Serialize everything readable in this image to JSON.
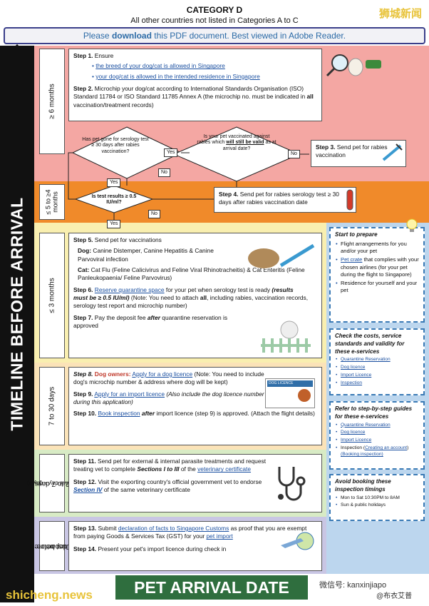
{
  "header": {
    "title": "CATEGORY D",
    "subtitle": "All other countries not listed in Categories A to C",
    "watermark_top": "狮城新闻"
  },
  "notice": {
    "pre": "Please ",
    "bold": "download",
    "post": " this PDF document. Best viewed in Adobe Reader."
  },
  "timeline_label": "TIMELINE BEFORE ARRIVAL",
  "phases": {
    "p1": "≥ 6 months",
    "p2": "≤ 5 to ≥4 months",
    "p3": "≤ 3 months",
    "p4": "7 to 30 days",
    "p5a": "2 to 7 days",
    "p5b": "(arrival day = day 1)",
    "p6a": "Just before",
    "p6b": "departure"
  },
  "step1": {
    "label": "Step 1.",
    "text": " Ensure",
    "link1": "the breed of your dog/cat is allowed in Singapore",
    "link2": "your dog/cat is allowed in the intended residence in Singapore"
  },
  "step2": {
    "label": "Step 2.",
    "text": " Microchip your dog/cat according to International Standards Organisation (ISO) Standard 11784 or ISO Standard 11785 Annex A (the microchip no. must be indicated in ",
    "bold": "all",
    "post": " vaccination/treatment records)"
  },
  "dia1": "Has pet gone for serology test ≥ 30 days after rabies vaccination?",
  "dia2_pre": "Is your pet vaccinated against rabies which ",
  "dia2_b1": "will still be valid",
  "dia2_post": " as at arrival date?",
  "dia3": "Is test results ≥ 0.5 IU/ml?",
  "yes": "Yes",
  "no": "No",
  "step3": {
    "label": "Step 3.",
    "text": " Send pet for rabies vaccination"
  },
  "step4": {
    "label": "Step 4.",
    "text": " Send pet for rabies serology test ≥ 30 days after rabies vaccination date"
  },
  "step5": {
    "label": "Step 5.",
    "text": " Send pet for vaccinations",
    "dog_b": "Dog:",
    "dog": " Canine Distemper, Canine Hepatitis & Canine Parvoviral infection",
    "cat_b": "Cat:",
    "cat": " Cat Flu (Feline Calicivirus and Feline Viral Rhinotracheitis) & Cat Enteritis (Feline Panleukopaenia/ Feline Parvovirus)"
  },
  "step6": {
    "label": "Step 6.",
    "link": "Reserve quarantine space",
    "text": " for your pet when serology test is ready ",
    "it": "(results must be ≥ 0.5 IU/ml)",
    "note": " (Note: You need to attach ",
    "b": "all",
    "post": ", including rabies, vaccination records, serology test report and microchip number)"
  },
  "step7": {
    "label": "Step 7.",
    "text": " Pay the deposit fee ",
    "bi": "after",
    "post": " quarantine reservation is approved"
  },
  "step8": {
    "label": "Step 8.",
    "red": "Dog owners:",
    "link": "Apply for a dog licence",
    "text": " (Note: You need to include dog's microchip number & address where dog will be kept)"
  },
  "step9": {
    "label": "Step 9.",
    "link": "Apply for an import licence",
    "it": " (Also  include the dog licence number during this application)"
  },
  "step10": {
    "label": "Step 10.",
    "link": "Book inspection",
    "bi": "after",
    "text": " import licence (step 9) is approved. (Attach the flight details)"
  },
  "step11": {
    "label": "Step 11.",
    "text": " Send pet for external & internal parasite treatments and request treating vet to complete ",
    "bi": "Sections I to III",
    "mid": " of the ",
    "link": "veterinary certificate"
  },
  "step12": {
    "label": "Step 12.",
    "text": " Visit the exporting country's official government vet to endorse ",
    "link": "Section IV",
    "post": " of the same veterinary certificate"
  },
  "step13": {
    "label": "Step 13.",
    "text": " Submit ",
    "link": "declaration of facts to Singapore Customs",
    "mid": " as proof that you are exempt from paying Goods & Services Tax (GST) for your ",
    "link2": "pet import"
  },
  "step14": {
    "label": "Step 14.",
    "text": " Present your pet's import licence during check in"
  },
  "licence_card": "DOG LICENCE",
  "side1": {
    "title": "Start to prepare",
    "items": [
      "Flight arrangements for you and/or your pet",
      "Residence for yourself and your pet"
    ],
    "crate_link": "Pet crate",
    "crate_text": " that complies with your chosen airlines (for your pet during the flight to Singapore)"
  },
  "side2": {
    "title": "Check the costs, service standards and validity for these e-services",
    "items": [
      "Quarantine Reservation",
      "Dog licence",
      "Import Licence",
      "Inspection"
    ]
  },
  "side3": {
    "title": "Refer to step-by-step guides for these e-services",
    "items": [
      "Quarantine Reservation",
      "Dog licence",
      "Import Licence"
    ],
    "insp": "Inspection (",
    "insp_l1": "Creating an account",
    "insp_m": ")",
    "insp_l2": "(Booking inspection)"
  },
  "side4": {
    "title": "Avoid booking these inspection timings",
    "items": [
      "Mon to Sat 10:30PM to 8AM",
      "Sun & public holidays"
    ]
  },
  "footer": {
    "arrival": "PET ARRIVAL DATE",
    "wm_left": "shicheng.news",
    "wm_right": "微信号: kanxinjiapo",
    "wm_right2": "@布衣艾普"
  },
  "colors": {
    "pink": "#f4a7a3",
    "orange": "#f08a2a",
    "yellow": "#f9efb0",
    "green": "#d8ebc5",
    "purple": "#c9c6e4",
    "blue": "#bcd6ee",
    "dark_green": "#2f6e3e"
  }
}
